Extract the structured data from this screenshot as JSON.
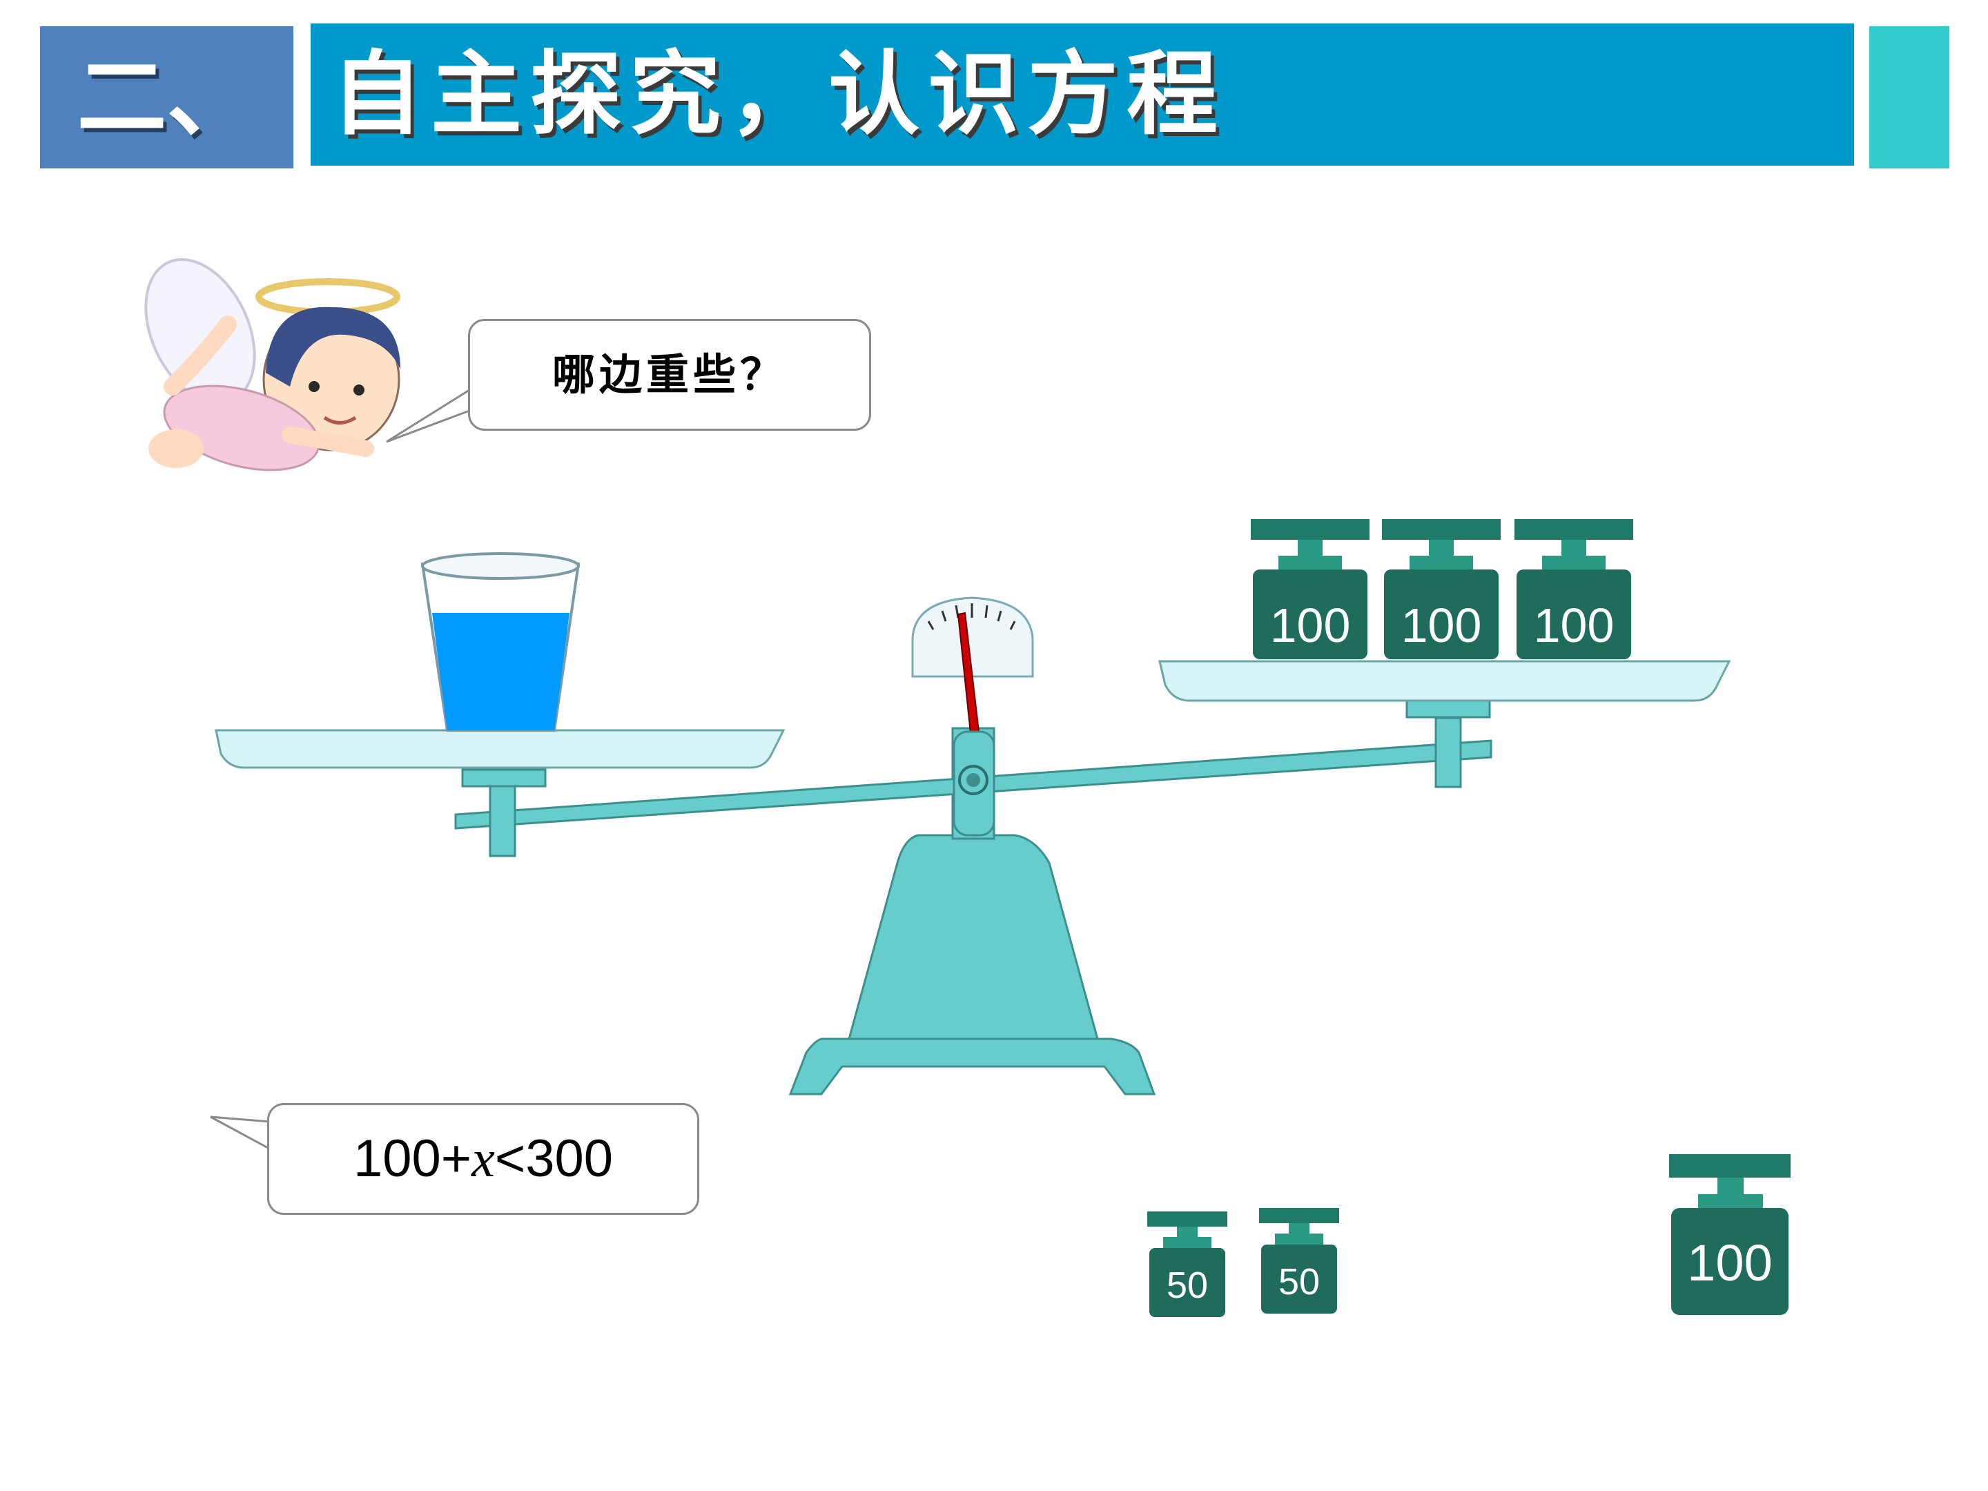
{
  "header": {
    "section_number": "二、",
    "title": "自主探究，认识方程"
  },
  "speech_top": {
    "text": "哪边重些？"
  },
  "speech_bottom": {
    "prefix": "100+",
    "variable": "x",
    "suffix": "<300"
  },
  "scale": {
    "right_pan_weights": [
      "100",
      "100",
      "100"
    ]
  },
  "spare_weights": {
    "small": [
      "50",
      "50"
    ],
    "large": "100"
  },
  "colors": {
    "section_bg": "#4f81bd",
    "title_bg": "#0099cc",
    "accent": "#33cccc",
    "scale_body": "#66cccc",
    "pan": "#d6f3f7",
    "weight": "#1f6b5c",
    "water": "#0099ff",
    "needle": "#cc0000"
  }
}
